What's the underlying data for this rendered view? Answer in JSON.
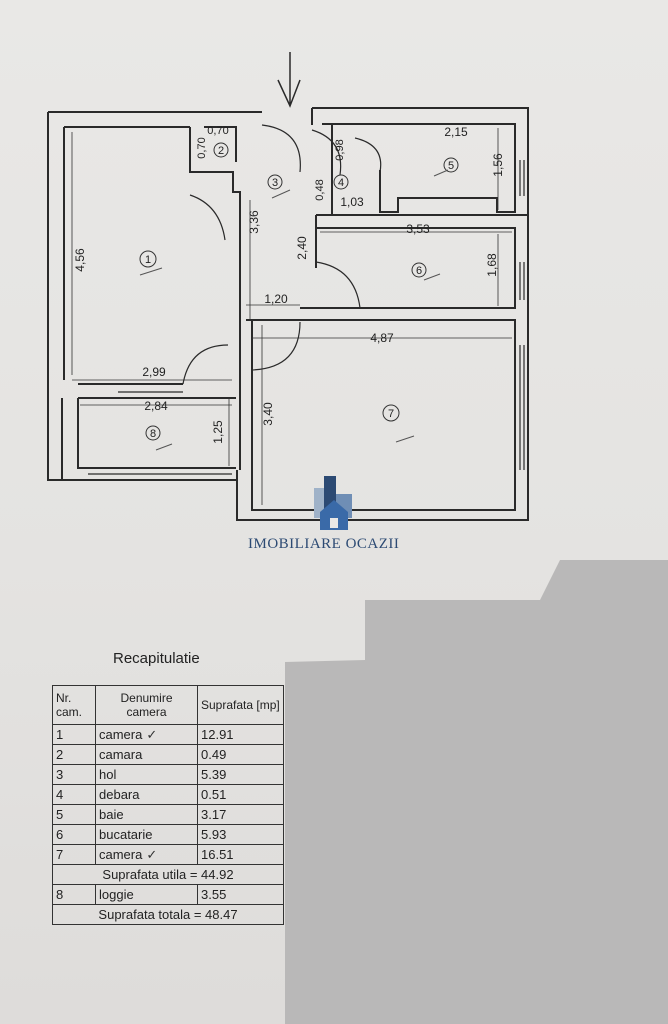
{
  "plan": {
    "rooms": [
      {
        "number": "1"
      },
      {
        "number": "2"
      },
      {
        "number": "3"
      },
      {
        "number": "4"
      },
      {
        "number": "5"
      },
      {
        "number": "6"
      },
      {
        "number": "7"
      },
      {
        "number": "8"
      }
    ],
    "dimensions": [
      "4,56",
      "2,99",
      "0,70",
      "0,70",
      "3,36",
      "0,98",
      "0,48",
      "1,03",
      "2,15",
      "1,56",
      "2,40",
      "3,53",
      "1,68",
      "1,20",
      "4,87",
      "2,84",
      "1,25",
      "3,40"
    ]
  },
  "brand": {
    "name": "IMOBILIARE OCAZII",
    "colors": {
      "primary": "#2c4a73",
      "accent": "#3a6aa8"
    }
  },
  "recap": {
    "title": "Recapitulatie",
    "headers": {
      "nr": "Nr. cam.",
      "name": "Denumire camera",
      "area": "Suprafata [mp]"
    },
    "rows": [
      {
        "nr": "1",
        "name": "camera",
        "area": "12.91",
        "checked": true
      },
      {
        "nr": "2",
        "name": "camara",
        "area": "0.49",
        "checked": false
      },
      {
        "nr": "3",
        "name": "hol",
        "area": "5.39",
        "checked": false
      },
      {
        "nr": "4",
        "name": "debara",
        "area": "0.51",
        "checked": false
      },
      {
        "nr": "5",
        "name": "baie",
        "area": "3.17",
        "checked": false
      },
      {
        "nr": "6",
        "name": "bucatarie",
        "area": "5.93",
        "checked": false
      },
      {
        "nr": "7",
        "name": "camera",
        "area": "16.51",
        "checked": true
      }
    ],
    "useful_total": "Suprafata utila = 44.92",
    "loggia_row": {
      "nr": "8",
      "name": "loggie",
      "area": "3.55"
    },
    "grand_total": "Suprafata totala = 48.47"
  }
}
